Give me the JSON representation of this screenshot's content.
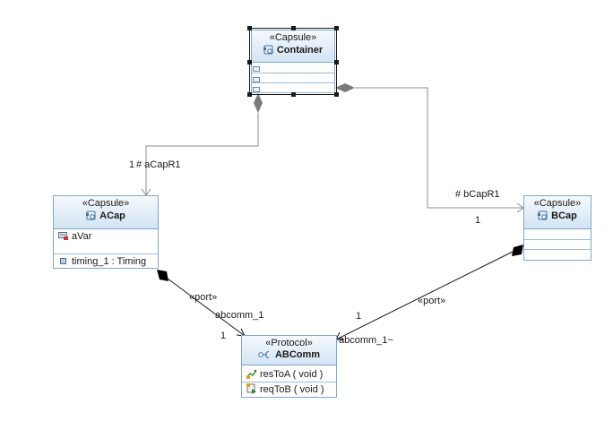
{
  "diagram": {
    "container": {
      "stereotype": "«Capsule»",
      "name": "Container",
      "icon": "capsule-icon"
    },
    "acap": {
      "stereotype": "«Capsule»",
      "name": "ACap",
      "icon": "capsule-icon",
      "attributes": [
        {
          "name": "aVar",
          "icon": "attribute-private-icon"
        }
      ],
      "ports": [
        {
          "name": "timing_1 : Timing",
          "icon": "port-icon"
        }
      ]
    },
    "bcap": {
      "stereotype": "«Capsule»",
      "name": "BCap",
      "icon": "capsule-icon"
    },
    "abcomm": {
      "stereotype": "«Protocol»",
      "name": "ABComm",
      "icon": "protocol-icon",
      "events": [
        {
          "name": "resToA ( void )",
          "icon": "in-event-icon"
        },
        {
          "name": "reqToB ( void )",
          "icon": "out-event-icon"
        }
      ]
    },
    "labels": {
      "a_role": "# aCapR1",
      "a_mult": "1",
      "b_role": "# bCapR1",
      "b_mult": "1",
      "port_left_stereo": "«port»",
      "port_left_name": "abcomm_1",
      "port_left_mult": "1",
      "port_right_stereo": "«port»",
      "port_right_name": "abcomm_1~",
      "port_right_mult": "1"
    },
    "colors": {
      "border": "#7fa8cc",
      "header_top": "#f5f9fd",
      "header_bottom": "#d3e4f3",
      "line": "#8c8c8c",
      "composite_diamond": "#7a7a7a",
      "port_diamond": "#000000"
    }
  }
}
